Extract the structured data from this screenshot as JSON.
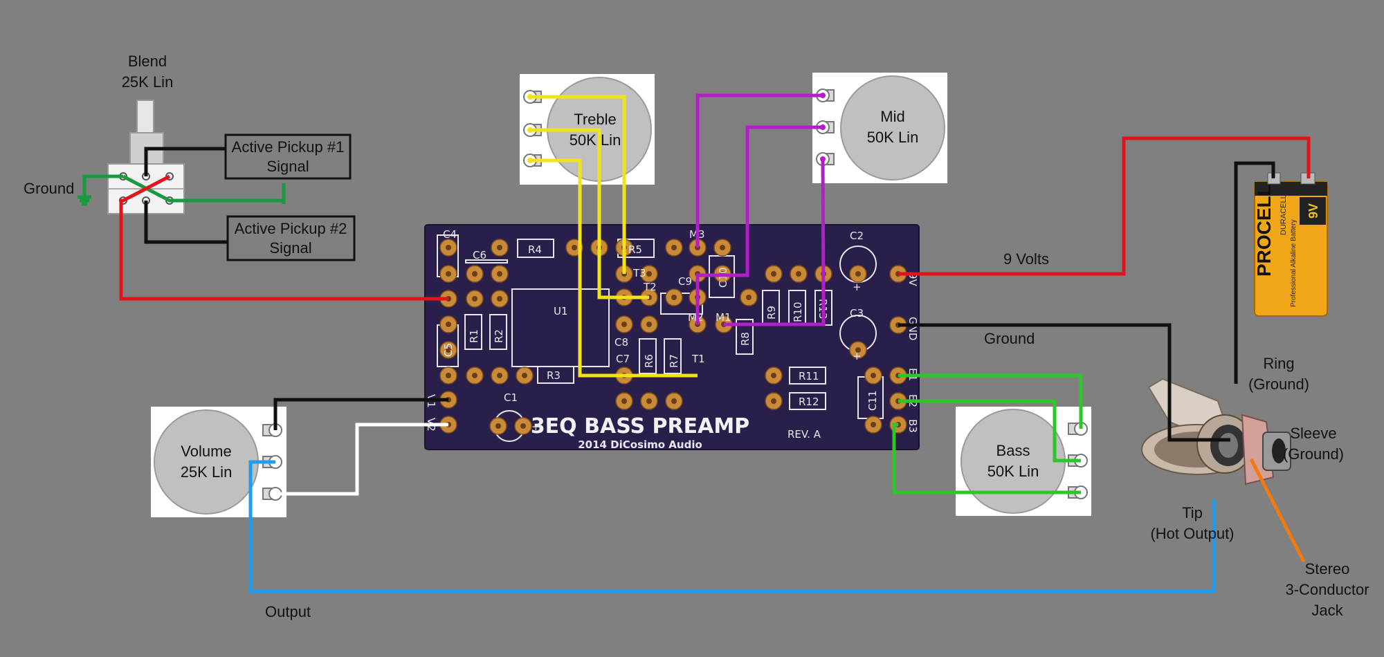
{
  "pots": {
    "blend": {
      "name": "Blend",
      "value": "25K Lin"
    },
    "treble": {
      "name": "Treble",
      "value": "50K Lin"
    },
    "mid": {
      "name": "Mid",
      "value": "50K Lin"
    },
    "volume": {
      "name": "Volume",
      "value": "25K Lin"
    },
    "bass": {
      "name": "Bass",
      "value": "50K Lin"
    }
  },
  "pickups": {
    "p1": {
      "line1": "Active Pickup #1",
      "line2": "Signal"
    },
    "p2": {
      "line1": "Active Pickup #2",
      "line2": "Signal"
    }
  },
  "labels": {
    "ground_left": "Ground",
    "nine_volts": "9 Volts",
    "ground_right": "Ground",
    "output": "Output",
    "ring": [
      "Ring",
      "(Ground)"
    ],
    "sleeve": [
      "Sleeve",
      "(Ground)"
    ],
    "tip": [
      "Tip",
      "(Hot Output)"
    ],
    "jack": [
      "Stereo",
      "3-Conductor",
      "Jack"
    ]
  },
  "pcb": {
    "title": "3EQ BASS PREAMP",
    "subtitle": "2014 DiCosimo Audio",
    "rev": "REV. A",
    "parts": [
      "C4",
      "C6",
      "R4",
      "R5",
      "M3",
      "C2",
      "9V",
      "T3",
      "T2",
      "C9",
      "C10",
      "U1",
      "R1",
      "R2",
      "C5",
      "C8",
      "M2",
      "M1",
      "R9",
      "R10",
      "R13",
      "R8",
      "C3",
      "GND",
      "C7",
      "R6",
      "R7",
      "T1",
      "R3",
      "R11",
      "R12",
      "E1",
      "E2",
      "B3",
      "C11",
      "V1",
      "V2",
      "C1"
    ]
  },
  "battery": {
    "brand": "PROCELL",
    "sub": "DURACELL",
    "desc": "Professional Alkaline Battery",
    "volt": "9V"
  },
  "wire_colors": {
    "red": "#e0141a",
    "black": "#101010",
    "white": "#ffffff",
    "yellow": "#f2e21a",
    "purple": "#b31ec8",
    "green": "#2ec52a",
    "blue": "#1e9cf0",
    "orange": "#f07a10",
    "ground_green": "#1a9a40"
  }
}
